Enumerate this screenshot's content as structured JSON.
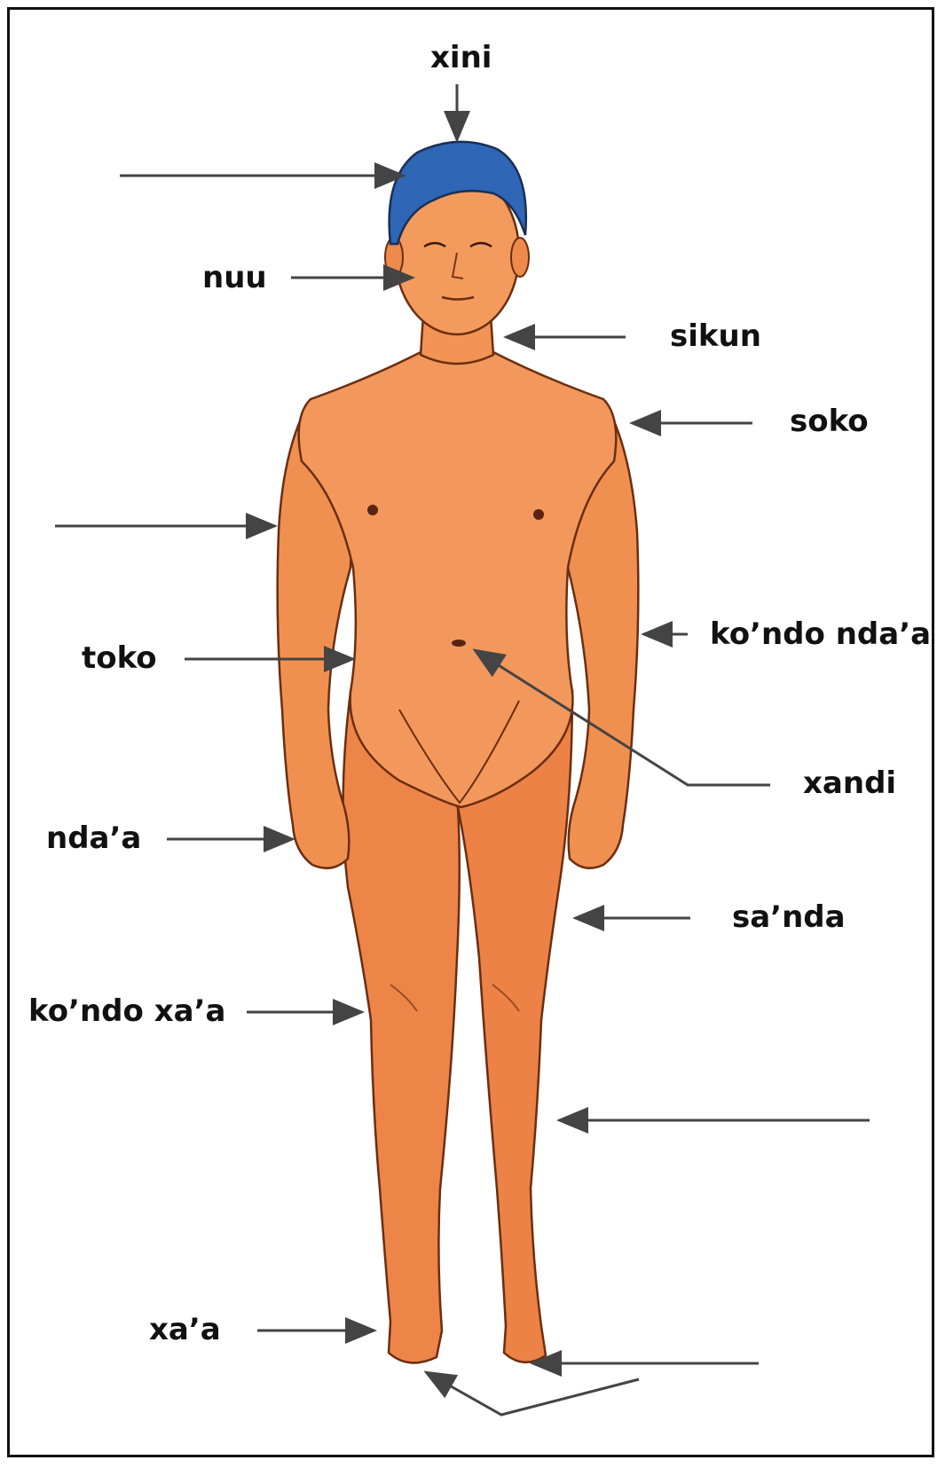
{
  "labels": {
    "xini": "xini",
    "nuu": "nuu",
    "sikun": "sikun",
    "soko": "soko",
    "kondo_nda": "ko’ndo nda’a",
    "toko": "toko",
    "xandi": "xandi",
    "nda": "nda’a",
    "sanda": "sa’nda",
    "kondo_xa": "ko’ndo xa’a",
    "xa": "xa’a"
  },
  "colors": {
    "skin": "#f08a4b",
    "skin_light": "#f5a06a",
    "hair": "#2f66b5",
    "outline": "#6b2e10",
    "arrow": "#444444"
  }
}
